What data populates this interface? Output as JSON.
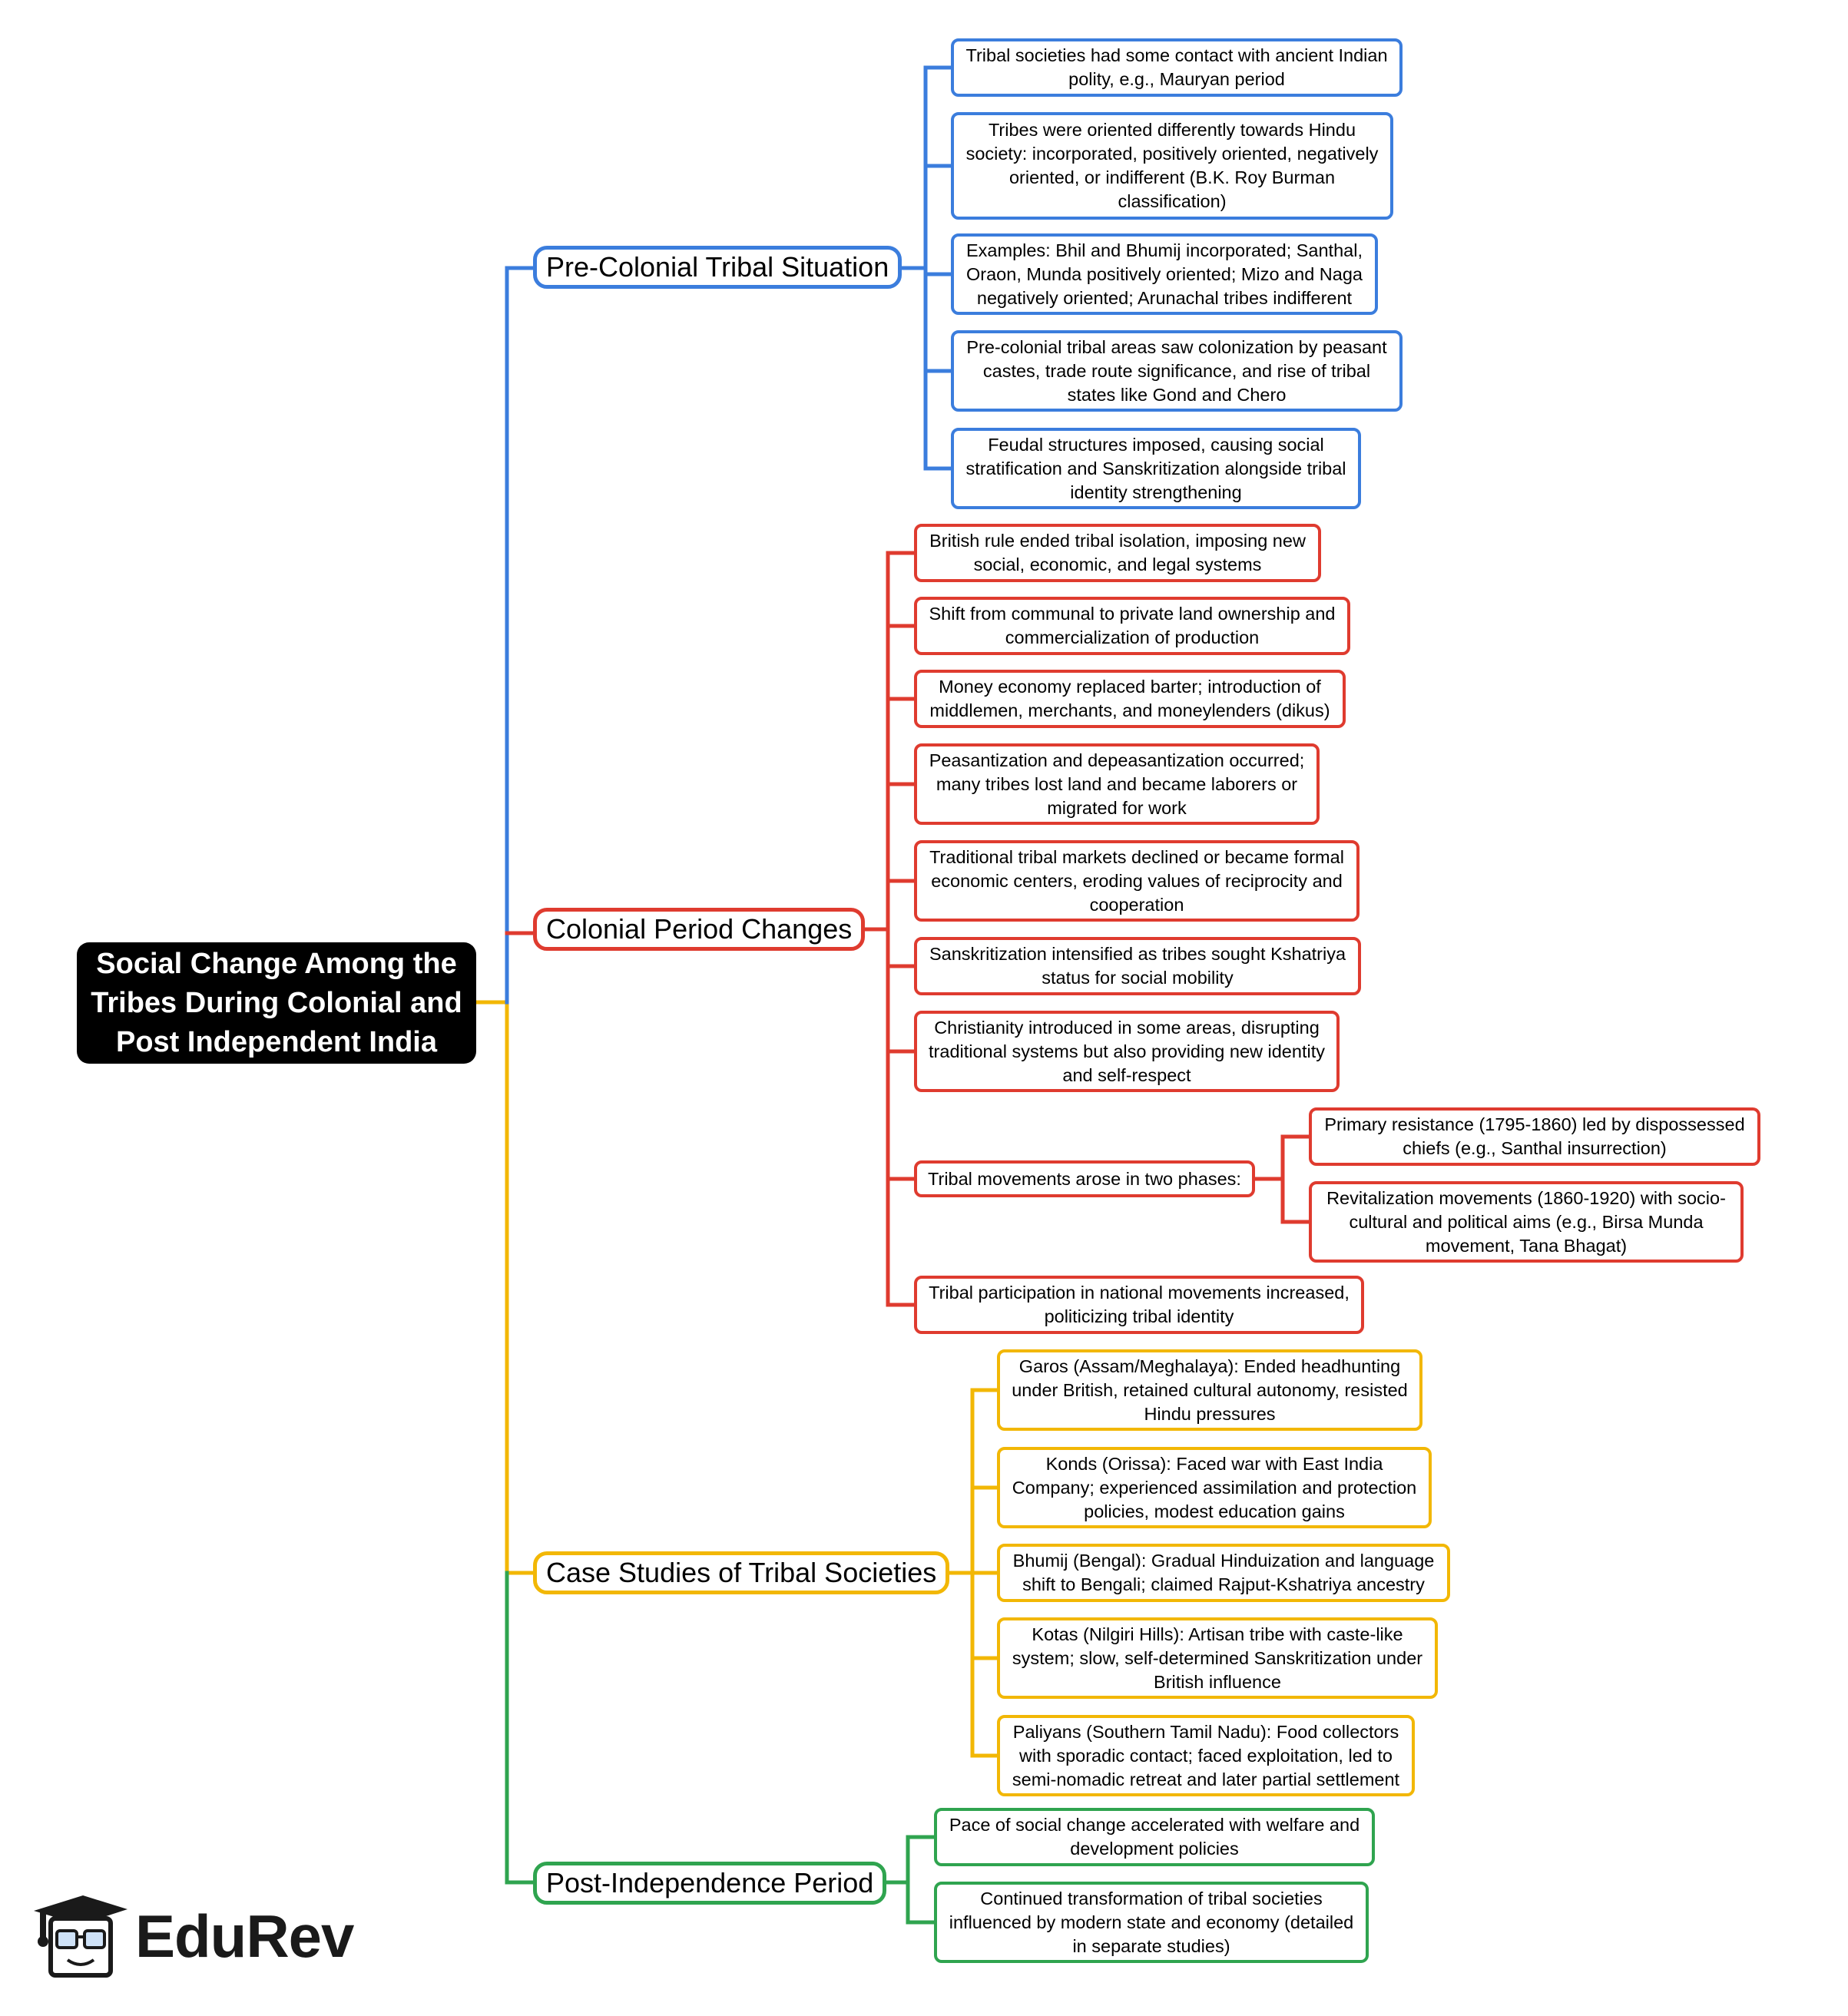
{
  "root": {
    "title": "Social Change Among the Tribes During Colonial and Post Independent India"
  },
  "colors": {
    "blue": "#3b7ddd",
    "red": "#df3b2f",
    "yellow": "#f2b705",
    "green": "#2fa44f"
  },
  "branches": [
    {
      "label": "Pre-Colonial Tribal Situation",
      "color": "blue",
      "items": [
        "Tribal societies had some contact with ancient Indian polity, e.g., Mauryan period",
        "Tribes were oriented differently towards Hindu society: incorporated, positively oriented, negatively oriented, or indifferent (B.K. Roy Burman classification)",
        "Examples: Bhil and Bhumij incorporated; Santhal, Oraon, Munda positively oriented; Mizo and Naga negatively oriented; Arunachal tribes indifferent",
        "Pre-colonial tribal areas saw colonization by peasant castes, trade route significance, and rise of tribal states like Gond and Chero",
        "Feudal structures imposed, causing social stratification and Sanskritization alongside tribal identity strengthening"
      ]
    },
    {
      "label": "Colonial Period Changes",
      "color": "red",
      "items": [
        "British rule ended tribal isolation, imposing new social, economic, and legal systems",
        "Shift from communal to private land ownership and commercialization of production",
        "Money economy replaced barter; introduction of middlemen, merchants, and moneylenders (dikus)",
        "Peasantization and depeasantization occurred; many tribes lost land and became laborers or migrated for work",
        "Traditional tribal markets declined or became formal economic centers, eroding values of reciprocity and cooperation",
        "Sanskritization intensified as tribes sought Kshatriya status for social mobility",
        "Christianity introduced in some areas, disrupting traditional systems but also providing new identity and self-respect",
        "Tribal movements arose in two phases:",
        "Tribal participation in national movements increased, politicizing tribal identity"
      ],
      "sub_items": [
        "Primary resistance (1795-1860) led by dispossessed chiefs (e.g., Santhal insurrection)",
        "Revitalization movements (1860-1920) with socio-cultural and political aims (e.g., Birsa Munda movement, Tana Bhagat)"
      ]
    },
    {
      "label": "Case Studies of Tribal Societies",
      "color": "yellow",
      "items": [
        "Garos (Assam/Meghalaya): Ended headhunting under British, retained cultural autonomy, resisted Hindu pressures",
        "Konds (Orissa): Faced war with East India Company; experienced assimilation and protection policies, modest education gains",
        "Bhumij (Bengal): Gradual Hinduization and language shift to Bengali; claimed Rajput-Kshatriya ancestry",
        "Kotas (Nilgiri Hills): Artisan tribe with caste-like system; slow, self-determined Sanskritization under British influence",
        "Paliyans (Southern Tamil Nadu): Food collectors with sporadic contact; faced exploitation, led to semi-nomadic retreat and later partial settlement"
      ]
    },
    {
      "label": "Post-Independence Period",
      "color": "green",
      "items": [
        "Pace of social change accelerated with welfare and development policies",
        "Continued transformation of tribal societies influenced by modern state and economy (detailed in separate studies)"
      ]
    }
  ],
  "logo": {
    "text": "EduRev"
  }
}
